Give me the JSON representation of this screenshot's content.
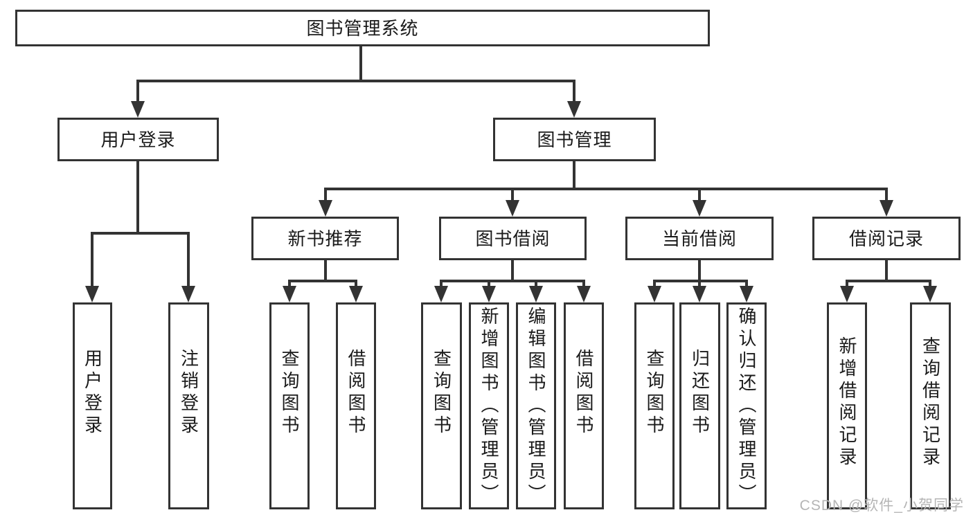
{
  "diagram": {
    "title": "图书管理系统",
    "branches": [
      {
        "label": "用户登录",
        "leaves": [
          "用户登录",
          "注销登录"
        ]
      },
      {
        "label": "图书管理",
        "groups": [
          {
            "label": "新书推荐",
            "leaves": [
              "查询图书",
              "借阅图书"
            ]
          },
          {
            "label": "图书借阅",
            "leaves": [
              "查询图书",
              "新增图书（管理员）",
              "编辑图书（管理员）",
              "借阅图书"
            ]
          },
          {
            "label": "当前借阅",
            "leaves": [
              "查询图书",
              "归还图书",
              "确认归还（管理员）"
            ]
          },
          {
            "label": "借阅记录",
            "leaves": [
              "新增借阅记录",
              "查询借阅记录"
            ]
          }
        ]
      }
    ]
  },
  "watermark": {
    "text": "CSDN @软件_小贺同学"
  },
  "colors": {
    "line": "#333333",
    "text": "#1a1a1a",
    "background": "#ffffff",
    "box_fill": "#ffffff",
    "watermark": "#b5b5b5"
  }
}
